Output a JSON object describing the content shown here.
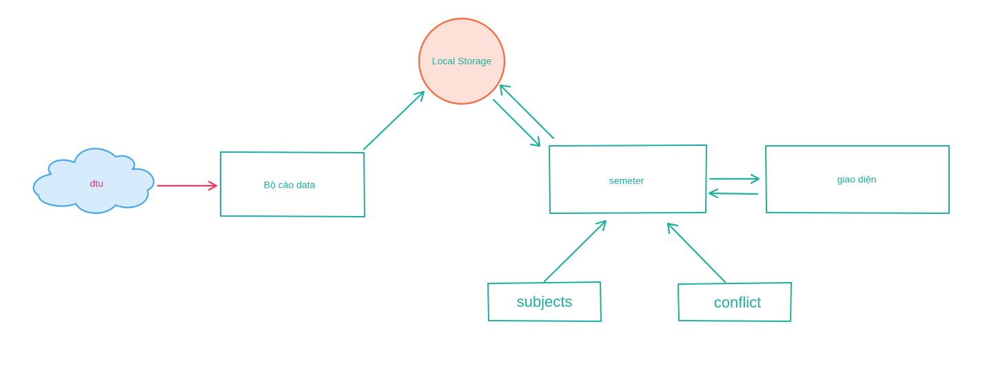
{
  "nodes": {
    "dtu": {
      "label": "dtu"
    },
    "scraper": {
      "label": "Bộ cào data"
    },
    "local_storage": {
      "label": "Local Storage"
    },
    "semester": {
      "label": "semeter"
    },
    "ui": {
      "label": "giao diện"
    },
    "subjects": {
      "label": "subjects"
    },
    "conflict": {
      "label": "conflict"
    }
  },
  "colors": {
    "stroke": "#1fae9f",
    "text": "#1fae9f",
    "cloud_fill": "#d6ebfb",
    "cloud_stroke": "#4aa6e8",
    "cloud_text": "#e0336b",
    "storage_fill": "#fde0d8",
    "storage_stroke": "#f07048",
    "arrow_red": "#ee3a63"
  }
}
